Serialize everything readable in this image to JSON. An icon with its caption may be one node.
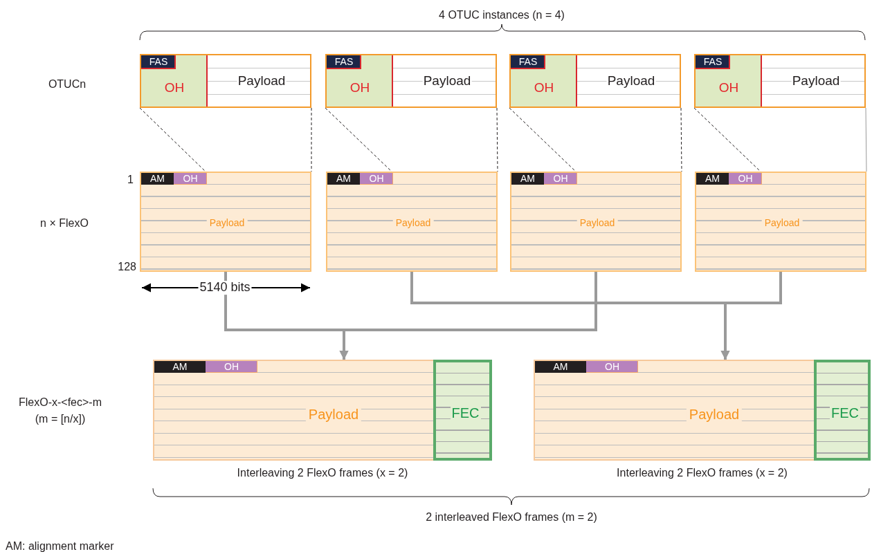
{
  "diagram": {
    "nodes": [
      {
        "text": [],
        "shape": "box"
      },
      {
        "text": [
          "OH"
        ],
        "in": 0
      },
      {
        "text": [
          "FAS"
        ],
        "in": 1
      },
      {
        "text": [
          "Payload"
        ],
        "in": 0
      },
      {
        "text": [],
        "shape": "box"
      },
      {
        "text": [
          "OH"
        ],
        "in": 4
      },
      {
        "text": [
          "FAS"
        ],
        "in": 5
      },
      {
        "text": [
          "Payload"
        ],
        "in": 4
      },
      {
        "text": [],
        "shape": "box"
      },
      {
        "text": [
          "OH"
        ],
        "in": 8
      },
      {
        "text": [
          "FAS"
        ],
        "in": 9
      },
      {
        "text": [
          "Payload"
        ],
        "in": 8
      },
      {
        "text": [],
        "shape": "box"
      },
      {
        "text": [
          "OH"
        ],
        "in": 12
      },
      {
        "text": [
          "FAS"
        ],
        "in": 13
      },
      {
        "text": [
          "Payload"
        ],
        "in": 12
      },
      {
        "text": [
          "Payload"
        ]
      },
      {
        "text": [
          "AM"
        ],
        "in": 16
      },
      {
        "text": [
          "OH"
        ],
        "in": 16
      },
      {
        "text": [
          "Payload"
        ]
      },
      {
        "text": [
          "AM"
        ],
        "in": 19
      },
      {
        "text": [
          "OH"
        ],
        "in": 19
      },
      {
        "text": [
          "Payload"
        ]
      },
      {
        "text": [
          "AM"
        ],
        "in": 22
      },
      {
        "text": [
          "OH"
        ],
        "in": 22
      },
      {
        "text": [
          "Payload"
        ]
      },
      {
        "text": [
          "AM"
        ],
        "in": 25
      },
      {
        "text": [
          "OH"
        ],
        "in": 25
      },
      {
        "text": [
          "Payload"
        ],
        "beside": [
          "Interleaving 2 FlexO frames (x = 2)"
        ]
      },
      {
        "text": [
          "AM"
        ],
        "in": 28
      },
      {
        "text": [
          "OH"
        ],
        "in": 28
      },
      {
        "text": [
          "FEC"
        ],
        "in": 28
      },
      {
        "text": [
          "Payload"
        ],
        "beside": [
          "Interleaving 2 FlexO frames (x = 2)"
        ]
      },
      {
        "text": [
          "AM"
        ],
        "in": 32
      },
      {
        "text": [
          "OH"
        ],
        "in": 32
      },
      {
        "text": [
          "FEC"
        ],
        "in": 32
      }
    ],
    "edges": [
      {
        "from": 0,
        "to": 18,
        "arrow": "none",
        "style": "dashed"
      },
      {
        "from": 0,
        "to": 16,
        "arrow": "none",
        "style": "dashed"
      },
      {
        "from": 4,
        "to": 21,
        "arrow": "none",
        "style": "dashed"
      },
      {
        "from": 4,
        "to": 19,
        "arrow": "none",
        "style": "dashed"
      },
      {
        "from": 8,
        "to": 24,
        "arrow": "none",
        "style": "dashed"
      },
      {
        "from": 8,
        "to": 22,
        "arrow": "none",
        "style": "dashed"
      },
      {
        "from": 12,
        "to": 27,
        "arrow": "none",
        "style": "dashed"
      },
      {
        "from": 12,
        "to": 25,
        "arrow": "none",
        "color": "#9a9a9a"
      },
      {
        "from": 16,
        "to": 28,
        "arrow": "to",
        "style": "thick",
        "color": "#9a9a9a"
      },
      {
        "from": 22,
        "to": 28,
        "arrow": "to",
        "style": "thick",
        "color": "#9a9a9a"
      },
      {
        "from": 19,
        "to": 32,
        "arrow": "to",
        "style": "thick",
        "color": "#9a9a9a"
      },
      {
        "from": 25,
        "to": 32,
        "arrow": "to",
        "style": "thick",
        "color": "#9a9a9a"
      }
    ],
    "labels": [
      "4 OTUC instances (n = 4)",
      "OTUCn",
      "1",
      "n × FlexO",
      "128",
      "5140 bits",
      "FlexO-x-<fec>-m",
      "(m = [n/x])",
      "2 interleaved FlexO frames (m = 2)",
      "AM: alignment marker"
    ]
  }
}
